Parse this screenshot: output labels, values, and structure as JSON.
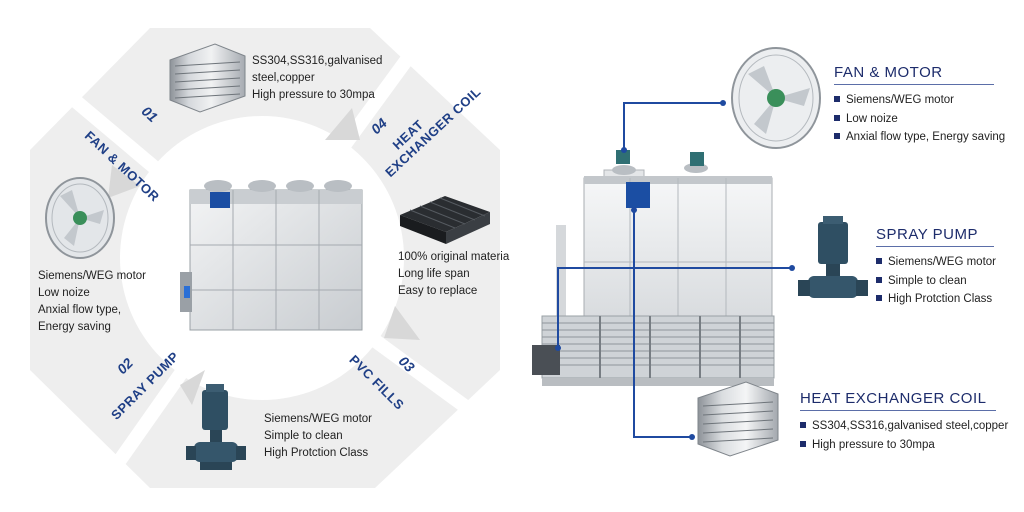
{
  "left": {
    "fan_motor": {
      "number": "01",
      "label": "FAN & MOTOR",
      "lines": [
        "Siemens/WEG motor",
        "Low noize",
        "Anxial flow type,",
        "Energy saving"
      ]
    },
    "heat_exchanger": {
      "number": "04",
      "label_line1": "HEAT",
      "label_line2": "EXCHANGER COIL",
      "lines": [
        "SS304,SS316,galvanised",
        "steel,copper",
        "High pressure to 30mpa"
      ]
    },
    "pvc_fills": {
      "number": "03",
      "label": "PVC FILLS",
      "lines": [
        "100% original materia",
        "Long life span",
        "Easy to replace"
      ]
    },
    "spray_pump": {
      "number": "02",
      "label": "SPRAY PUMP",
      "lines": [
        "Siemens/WEG motor",
        "Simple to clean",
        "High Protction Class"
      ]
    }
  },
  "right": {
    "fan_motor": {
      "title": "FAN & MOTOR",
      "bullets": [
        "Siemens/WEG motor",
        "Low noize",
        "Anxial flow type, Energy saving"
      ]
    },
    "spray_pump": {
      "title": "SPRAY PUMP",
      "bullets": [
        "Siemens/WEG motor",
        "Simple to clean",
        "High Protction Class"
      ]
    },
    "heat_exchanger": {
      "title": "HEAT EXCHANGER COIL",
      "bullets": [
        "SS304,SS316,galvanised steel,copper",
        "High pressure to 30mpa"
      ]
    }
  },
  "colors": {
    "navy": "#1d2c6b",
    "accent_blue": "#1f4aa0",
    "ring": "#ececec"
  }
}
